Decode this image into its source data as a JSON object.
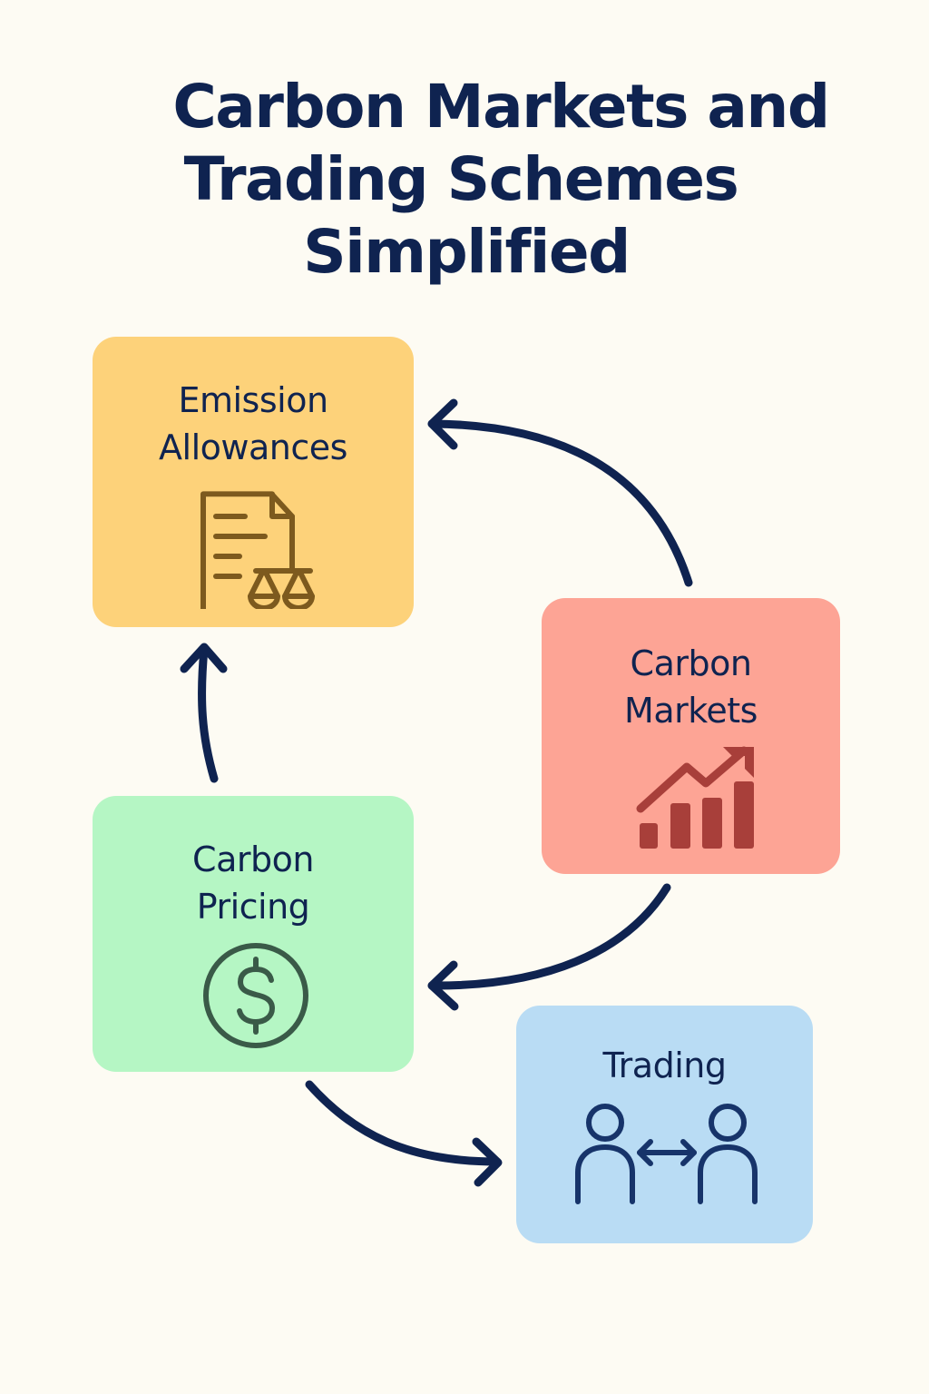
{
  "title": {
    "lines": [
      "Carbon Markets and",
      "Trading Schemes",
      "Simplified"
    ]
  },
  "colors": {
    "background": "#fdfbf3",
    "text": "#0f2350",
    "arrow": "#0f2350",
    "emission_box": "#fdd27a",
    "markets_box": "#fda495",
    "pricing_box": "#b5f6c4",
    "trading_box": "#b9dcf4",
    "emission_icon": "#7d5a1e",
    "markets_icon": "#a83f3a",
    "pricing_icon": "#3a5a48",
    "trading_icon": "#17346a"
  },
  "nodes": [
    {
      "id": "emission",
      "label_lines": [
        "Emission",
        "Allowances"
      ],
      "icon": "document-scales-icon"
    },
    {
      "id": "markets",
      "label_lines": [
        "Carbon",
        "Markets"
      ],
      "icon": "rising-bar-chart-icon"
    },
    {
      "id": "pricing",
      "label_lines": [
        "Carbon",
        "Pricing"
      ],
      "icon": "dollar-coin-icon"
    },
    {
      "id": "trading",
      "label_lines": [
        "Trading"
      ],
      "icon": "people-exchange-icon"
    }
  ],
  "edges": [
    {
      "from": "markets",
      "to": "emission"
    },
    {
      "from": "pricing",
      "to": "emission"
    },
    {
      "from": "markets",
      "to": "pricing"
    },
    {
      "from": "pricing",
      "to": "trading"
    }
  ]
}
